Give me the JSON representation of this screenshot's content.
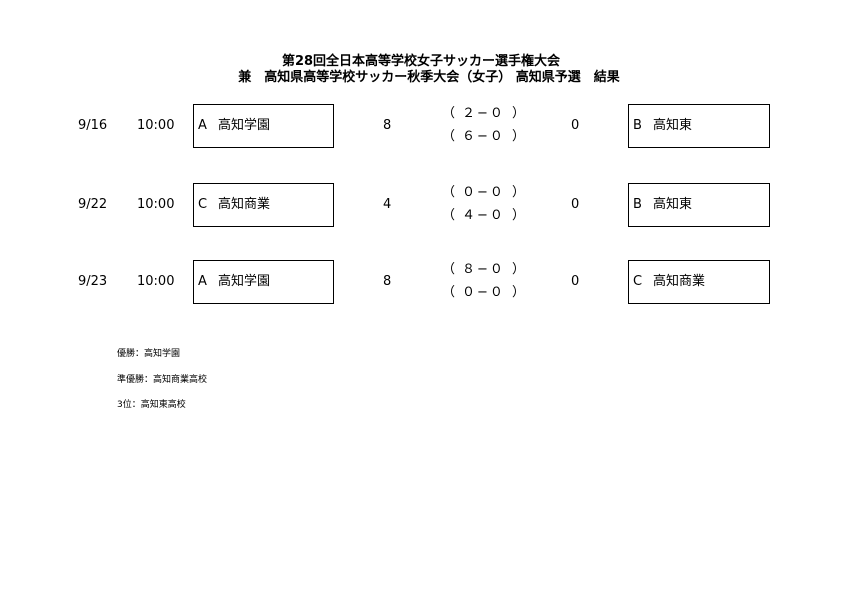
{
  "header": {
    "title_line1": "第28回全日本高等学校女子サッカー選手権大会",
    "title_line2": "兼　高知県高等学校サッカー秋季大会（女子） 高知県予選　結果"
  },
  "matches": [
    {
      "date": "9/16",
      "time": "10:00",
      "home_seed": "A",
      "home_team": "高知学園",
      "home_score": "8",
      "first_half": "２−０",
      "second_half": "６−０",
      "away_score": "0",
      "away_seed": "B",
      "away_team": "高知東"
    },
    {
      "date": "9/22",
      "time": "10:00",
      "home_seed": "C",
      "home_team": "高知商業",
      "home_score": "4",
      "first_half": "０−０",
      "second_half": "４−０",
      "away_score": "0",
      "away_seed": "B",
      "away_team": "高知東"
    },
    {
      "date": "9/23",
      "time": "10:00",
      "home_seed": "A",
      "home_team": "高知学園",
      "home_score": "8",
      "first_half": "８−０",
      "second_half": "０−０",
      "away_score": "0",
      "away_seed": "C",
      "away_team": "高知商業"
    }
  ],
  "paren_open": "（",
  "paren_close": "）",
  "results": [
    "優勝：高知学園",
    "準優勝：高知商業高校",
    "3位：高知東高校"
  ]
}
